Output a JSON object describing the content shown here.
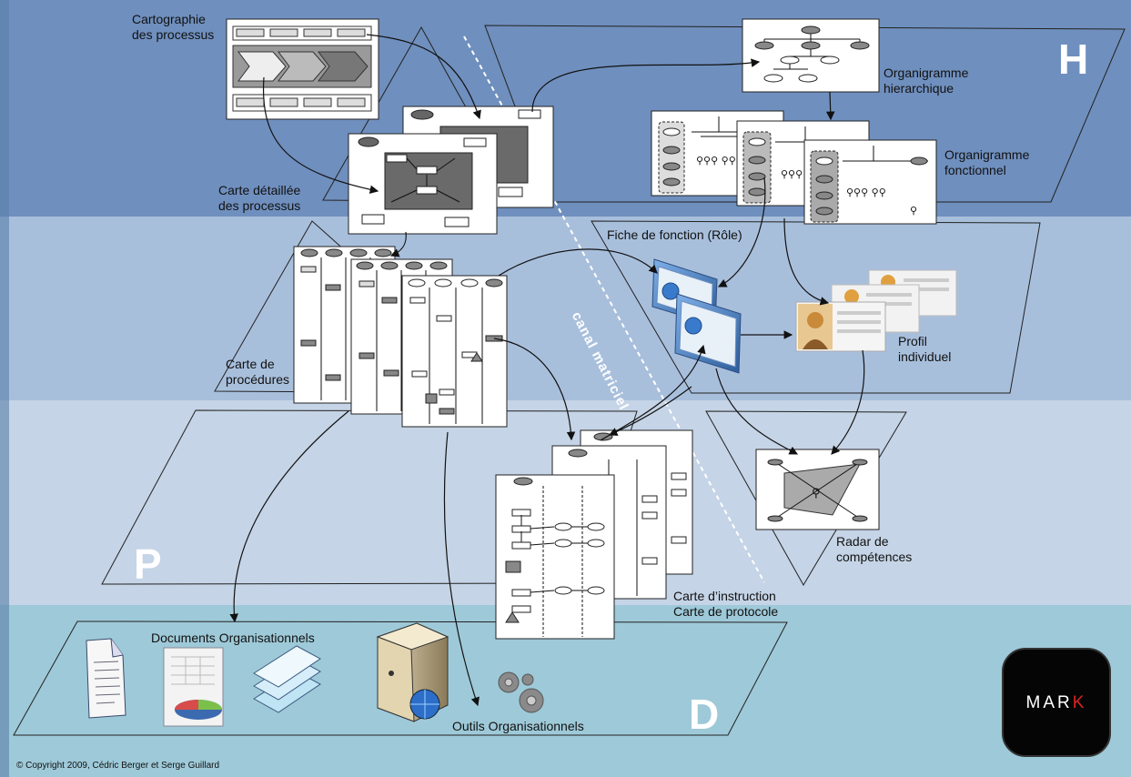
{
  "layers": {
    "h": "H",
    "p": "P",
    "d": "D"
  },
  "labels": {
    "cartographie": "Cartographie\ndes processus",
    "carte_detaillee": "Carte détaillée\ndes processus",
    "organigramme_hierarchique": "Organigramme\nhierarchique",
    "organigramme_fonctionnel": "Organigramme\nfonctionnel",
    "fiche_fonction": "Fiche de fonction (Rôle)",
    "carte_procedures": "Carte de\nprocédures",
    "profil_individuel": "Profil\nindividuel",
    "radar": "Radar de\ncompétences",
    "carte_instruction": "Carte d’instruction\nCarte de protocole",
    "documents": "Documents Organisationnels",
    "outils": "Outils Organisationnels",
    "canal": "canal matriciel"
  },
  "copyright": "© Copyright 2009, Cédric Berger et Serge Guillard",
  "logo": {
    "text_white": "MAR",
    "text_red": "K"
  },
  "colors": {
    "band_h": "#6f8fbe",
    "band_p": "#a8bfdc",
    "band_p2": "#c5d4e6",
    "band_d": "#9ec9d8",
    "logo_red": "#e0221c"
  }
}
